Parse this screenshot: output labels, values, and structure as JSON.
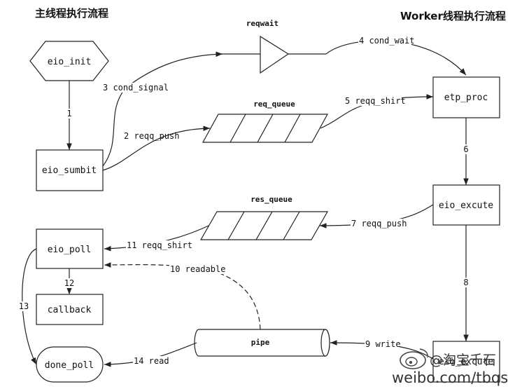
{
  "headers": {
    "main": "主线程执行流程",
    "worker": "Worker线程执行流程"
  },
  "nodes": {
    "eio_init": "eio_init",
    "eio_sumbit": "eio_sumbit",
    "eio_poll": "eio_poll",
    "callback": "callback",
    "done_poll": "done_poll",
    "etp_proc": "etp_proc",
    "eio_excute": "eio_excute",
    "worker_write": "eio_excute"
  },
  "structures": {
    "reqwait": "reqwait",
    "req_queue": "req_queue",
    "res_queue": "res_queue",
    "pipe": "pipe"
  },
  "edges": {
    "e1": "1",
    "e2": "2 reqq_push",
    "e3": "3 cond_signal",
    "e4": "4 cond_wait",
    "e5": "5 reqq_shirt",
    "e6": "6",
    "e7": "7 reqq_push",
    "e8": "8",
    "e9": "9 write",
    "e10": "10 readable",
    "e11": "11 reqq_shirt",
    "e12": "12",
    "e13": "13",
    "e14": "14 read"
  },
  "watermark": {
    "line1": "@淘宝千石",
    "line2": "weibo.com/tbqs"
  }
}
